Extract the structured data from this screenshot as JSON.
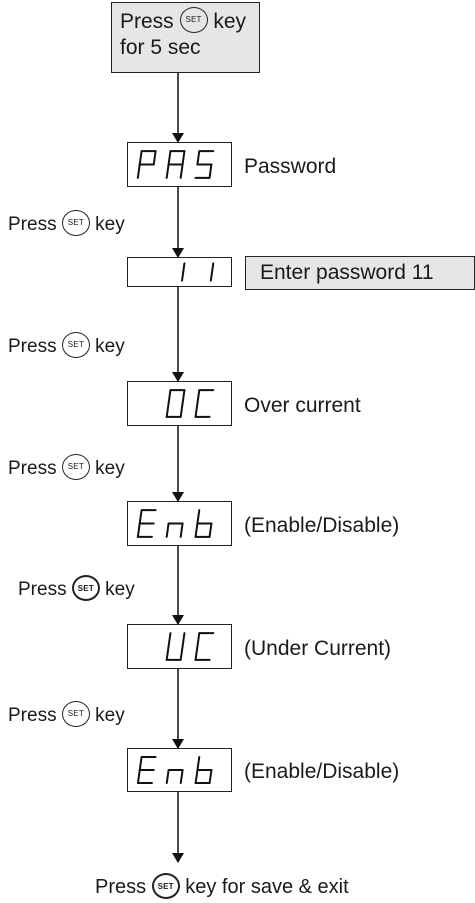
{
  "start": {
    "line1": "Press",
    "key": "SET",
    "line1_suffix": "key",
    "line2": "for 5 sec"
  },
  "steps": [
    {
      "display": [
        "P",
        "A",
        "S"
      ],
      "label": "Password"
    },
    {
      "display": [
        "",
        "1",
        "1"
      ],
      "label": "Enter password 11"
    },
    {
      "display": [
        "",
        "0",
        "C"
      ],
      "label": "Over current"
    },
    {
      "display": [
        "E",
        "n",
        "b"
      ],
      "label": "(Enable/Disable)"
    },
    {
      "display": [
        "",
        "U",
        "C"
      ],
      "label": "(Under Current)"
    },
    {
      "display": [
        "E",
        "n",
        "b"
      ],
      "label": "(Enable/Disable)"
    }
  ],
  "press": {
    "prefix": "Press",
    "key": "SET",
    "suffix": "key"
  },
  "final": {
    "prefix": "Press",
    "key": "SET",
    "suffix": "key for save & exit"
  }
}
